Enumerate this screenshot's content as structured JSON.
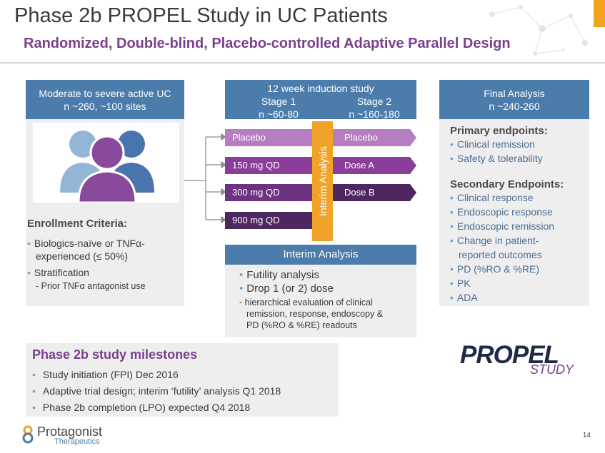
{
  "header": {
    "title": "Phase 2b PROPEL Study in UC Patients",
    "subtitle": "Randomized, Double-blind, Placebo-controlled Adaptive Parallel Design"
  },
  "population": {
    "line1": "Moderate to severe active UC",
    "line2": "n ~260, ~100 sites",
    "people_icon": "people-group-icon"
  },
  "enrollment": {
    "title": "Enrollment Criteria:",
    "bullets": [
      "Biologics-naïve or TNFα-",
      "experienced (≤ 50%)",
      "Stratification"
    ],
    "sub": "- Prior TNFα antagonist use"
  },
  "induction": {
    "title": "12 week induction study",
    "stage1_label": "Stage 1",
    "stage1_n": "n ~60-80",
    "stage2_label": "Stage 2",
    "stage2_n": "n ~160-180"
  },
  "arms_stage1": [
    "Placebo",
    "150 mg QD",
    "300 mg QD",
    "900 mg QD"
  ],
  "arms_stage2": [
    "Placebo",
    "Dose A",
    "Dose B"
  ],
  "interim_bar": "Interim Analysis",
  "interim": {
    "header": "Interim Analysis",
    "bullets": [
      "Futility analysis",
      "Drop 1 (or 2) dose"
    ],
    "sub_lines": [
      "- hierarchical evaluation of clinical",
      "remission, response, endoscopy &",
      "PD (%RO & %RE) readouts"
    ]
  },
  "final": {
    "line1": "Final Analysis",
    "line2": "n ~240-260",
    "primary_title": "Primary endpoints:",
    "primary": [
      "Clinical remission",
      "Safety & tolerability"
    ],
    "secondary_title": "Secondary Endpoints:",
    "secondary": [
      "Clinical response",
      "Endoscopic response",
      "Endoscopic remission",
      "Change in patient-",
      "reported outcomes",
      "PD (%RO & %RE)",
      "PK",
      "ADA"
    ]
  },
  "milestones": {
    "title": "Phase 2b study milestones",
    "items": [
      "Study initiation (FPI) Dec 2016",
      "Adaptive trial design; interim ‘futility’ analysis Q1 2018",
      "Phase 2b completion (LPO) expected Q4 2018"
    ]
  },
  "propel_logo": {
    "word": "PROPEL",
    "study": "STUDY"
  },
  "company": {
    "name": "Protagonist",
    "sub": "Therapeutics"
  },
  "page_number": "14",
  "colors": {
    "header_blue": "#4b7cac",
    "purple": "#7b3f8e",
    "light_purple": "#9c57a8",
    "dark_purple": "#5a2f6b",
    "orange": "#f0a229",
    "gray_panel": "#eeeeee"
  }
}
